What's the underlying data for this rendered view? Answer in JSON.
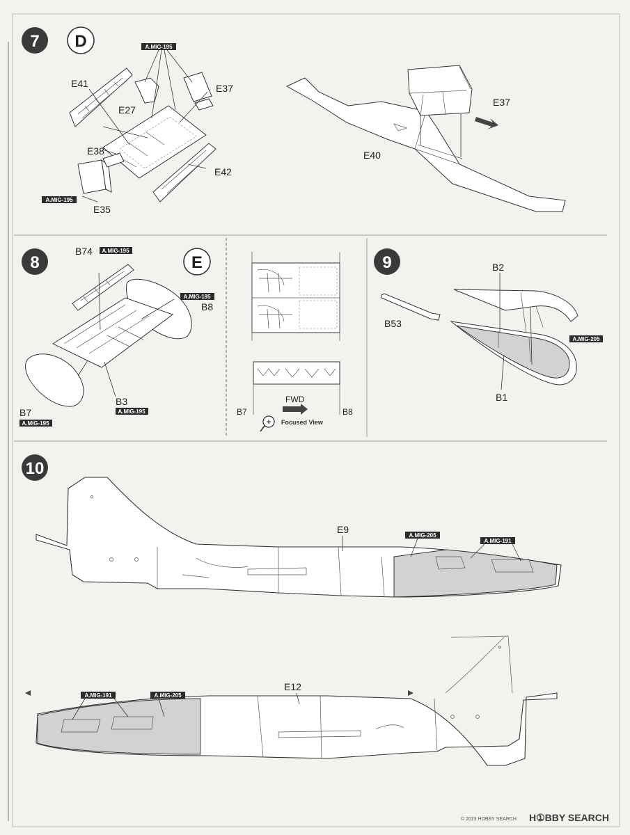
{
  "steps": [
    {
      "number": "7",
      "sub": "D"
    },
    {
      "number": "8",
      "sub": "E"
    },
    {
      "number": "9",
      "sub": ""
    },
    {
      "number": "10",
      "sub": ""
    }
  ],
  "colors": {
    "tag_bg": "#2b2b2b",
    "shade": "#d2d2d2",
    "circle": "#3a3a3a"
  },
  "step7": {
    "left_parts": {
      "e41": "E41",
      "e27": "E27",
      "e37": "E37",
      "e38": "E38",
      "e42": "E42",
      "e35": "E35"
    },
    "right_parts": {
      "e37": "E37",
      "e40": "E40"
    },
    "paints": {
      "top": "A.MIG-195",
      "left": "A.MIG-195"
    }
  },
  "step8": {
    "parts": {
      "b74": "B74",
      "b8": "B8",
      "b7": "B7",
      "b3": "B3"
    },
    "paints": {
      "b74": "A.MIG-195",
      "b8": "A.MIG-195",
      "b7": "A.MIG-195",
      "b3": "A.MIG-195"
    },
    "view": {
      "fwd": "FWD",
      "focused": "Focused View",
      "b7": "B7",
      "b8": "B8"
    }
  },
  "step9": {
    "parts": {
      "b2": "B2",
      "b53": "B53",
      "b1": "B1"
    },
    "paints": {
      "inner": "A.MIG-205"
    }
  },
  "step10": {
    "top": {
      "part": "E9",
      "paint_a": "A.MIG-205",
      "paint_b": "A.MIG-191"
    },
    "bottom": {
      "part": "E12",
      "paint_a": "A.MIG-191",
      "paint_b": "A.MIG-205"
    }
  },
  "footer": {
    "brand": "H①BBY SEARCH",
    "copyright": "© 2023 HOBBY SEARCH"
  }
}
